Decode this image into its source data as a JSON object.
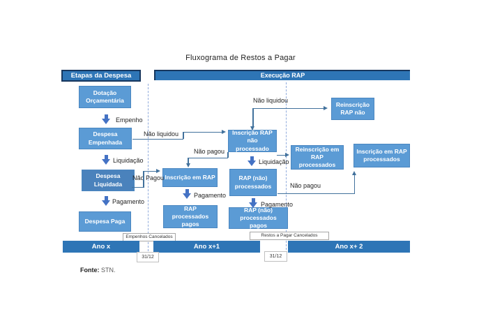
{
  "title": "Fluxograma de Restos a Pagar",
  "headers": {
    "left": "Etapas da Despesa",
    "right": "Execução RAP"
  },
  "nodes": {
    "dotacao": "Dotação Orçamentária",
    "despesa_empenhada": "Despesa Empenhada",
    "despesa_liquidada": "Despesa Liquidada",
    "despesa_paga": "Despesa Paga",
    "inscricao_em_rap": "Inscrição em RAP",
    "rap_processados_pagos": "RAP processados pagos",
    "inscricao_rap_nao_processado": "Inscrição RAP não processado",
    "rap_nao_processados": "RAP (não) processados",
    "rap_nao_processados_pagos": "RAP (não) processados pagos",
    "reinscricao_rap_nao": "Reinscrição RAP não",
    "reinscricao_em_rap_processados": "Reinscrição em RAP processados",
    "inscricao_em_rap_processados": "Inscrição em RAP processados"
  },
  "flow_labels": {
    "empenho": "Empenho",
    "liquidacao": "Liquidação",
    "pagamento": "Pagamento",
    "nao_liquidou": "Não liquidou",
    "nao_pagou": "Não pagou",
    "nao_pagou_cap": "Não Pagou"
  },
  "timeline": {
    "bars": [
      "Ano x",
      "Ano x+1",
      "Ano x+ 2"
    ],
    "date_label": "31/12",
    "empenhos_cancelados": "Empenhos Cancelados",
    "restos_cancelados": "Restos a Pagar Cancelados"
  },
  "footer": {
    "label": "Fonte:",
    "value": "STN."
  },
  "colors": {
    "node_fill": "#5b9bd5",
    "node_fill_dark": "#4a82bc",
    "node_border": "#4a86c0",
    "header_fill": "#2e75b6",
    "header_border": "#17375e",
    "bar_fill": "#2e75b6",
    "connector": "#41719c",
    "block_arrow": "#4472c4",
    "dashed": "#8faadc",
    "cancel_border": "#a6a6a6"
  }
}
